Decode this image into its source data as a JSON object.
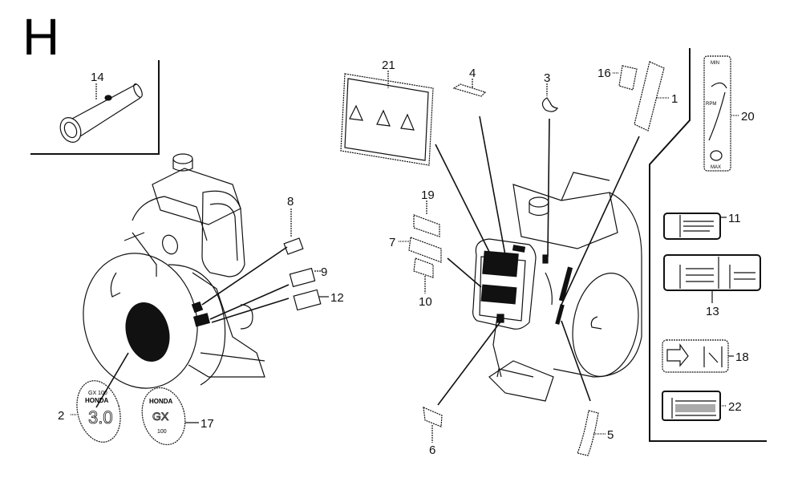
{
  "diagram": {
    "section_letter": "H",
    "subject": "Engine labels and emblems (exploded parts view)",
    "callouts": [
      {
        "ref": "1",
        "part": "label-strip"
      },
      {
        "ref": "2",
        "part": "emblem-3.0"
      },
      {
        "ref": "3",
        "part": "choke-mark-label"
      },
      {
        "ref": "4",
        "part": "label-small"
      },
      {
        "ref": "5",
        "part": "label-strip-curved"
      },
      {
        "ref": "6",
        "part": "label-small"
      },
      {
        "ref": "7",
        "part": "label-rect"
      },
      {
        "ref": "8",
        "part": "label-small"
      },
      {
        "ref": "9",
        "part": "label-rect"
      },
      {
        "ref": "10",
        "part": "label-small"
      },
      {
        "ref": "11",
        "part": "caution-label"
      },
      {
        "ref": "12",
        "part": "label-rect"
      },
      {
        "ref": "13",
        "part": "caution-label-double"
      },
      {
        "ref": "14",
        "part": "spark-plug-wrench"
      },
      {
        "ref": "16",
        "part": "label-small"
      },
      {
        "ref": "17",
        "part": "emblem-gx"
      },
      {
        "ref": "18",
        "part": "direction-label"
      },
      {
        "ref": "19",
        "part": "label-rect"
      },
      {
        "ref": "20",
        "part": "throttle-label"
      },
      {
        "ref": "21",
        "part": "warning-label"
      },
      {
        "ref": "22",
        "part": "info-label"
      }
    ],
    "emblem_2_text": {
      "top": "GX 100",
      "brand": "HONDA",
      "big": "3.0"
    },
    "emblem_17_text": {
      "brand": "HONDA",
      "model": "GX",
      "sub": "100"
    },
    "label_20_text": {
      "top": "MIN",
      "mid": "RPM",
      "bottom": "MAX"
    }
  }
}
